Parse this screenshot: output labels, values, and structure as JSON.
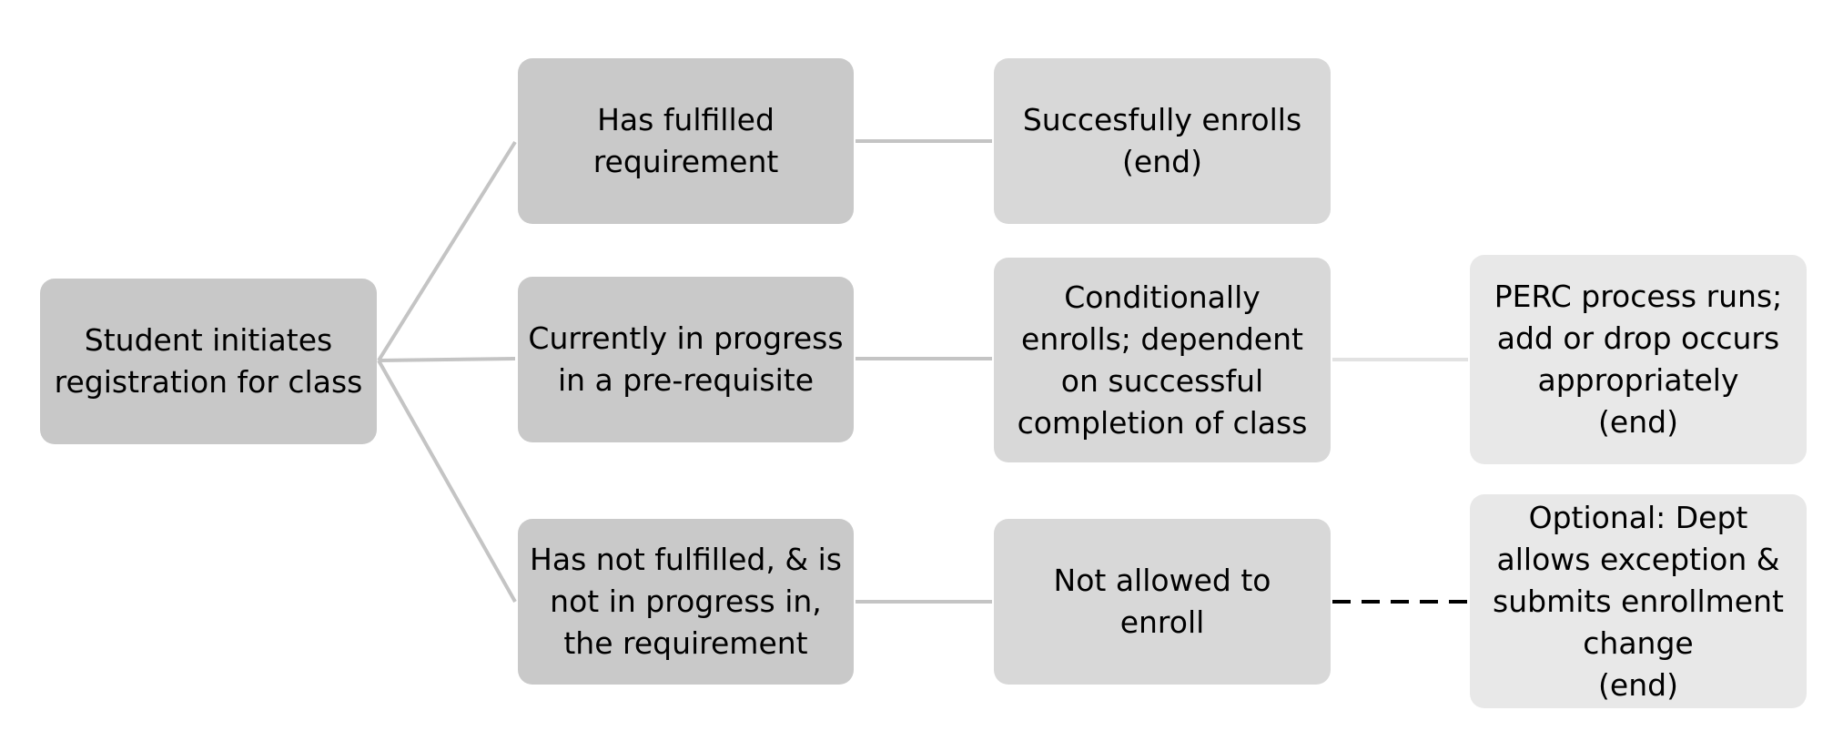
{
  "diagram": {
    "nodes": {
      "root": "Student initiates\nregistration for class",
      "fulfilled": "Has fulfilled\nrequirement",
      "in_progress": "Currently in progress\nin a pre-requisite",
      "not_fulfilled": "Has not fulfilled, & is\nnot in progress in,\nthe requirement",
      "success": "Succesfully enrolls\n(end)",
      "conditional": "Conditionally\nenrolls; dependent\non successful\ncompletion of class",
      "not_allowed": "Not allowed to\nenroll",
      "perc": "PERC process runs;\nadd or drop occurs\nappropriately\n(end)",
      "optional": "Optional: Dept\nallows exception &\nsubmits enrollment\nchange\n(end)"
    },
    "edges": [
      {
        "from": "root",
        "to": "fulfilled",
        "style": "solid"
      },
      {
        "from": "root",
        "to": "in_progress",
        "style": "solid"
      },
      {
        "from": "root",
        "to": "not_fulfilled",
        "style": "solid"
      },
      {
        "from": "fulfilled",
        "to": "success",
        "style": "solid"
      },
      {
        "from": "in_progress",
        "to": "conditional",
        "style": "solid"
      },
      {
        "from": "not_fulfilled",
        "to": "not_allowed",
        "style": "solid"
      },
      {
        "from": "conditional",
        "to": "perc",
        "style": "solid"
      },
      {
        "from": "not_allowed",
        "to": "optional",
        "style": "dashed"
      }
    ],
    "colors": {
      "level_1": "#c8c8c8",
      "level_2": "#c9c9c9",
      "level_3": "#d8d8d8",
      "level_4": "#e8e8e8",
      "connector": "#c4c4c4",
      "connector_light": "#e2e2e2",
      "dashed_connector": "#000000"
    }
  }
}
